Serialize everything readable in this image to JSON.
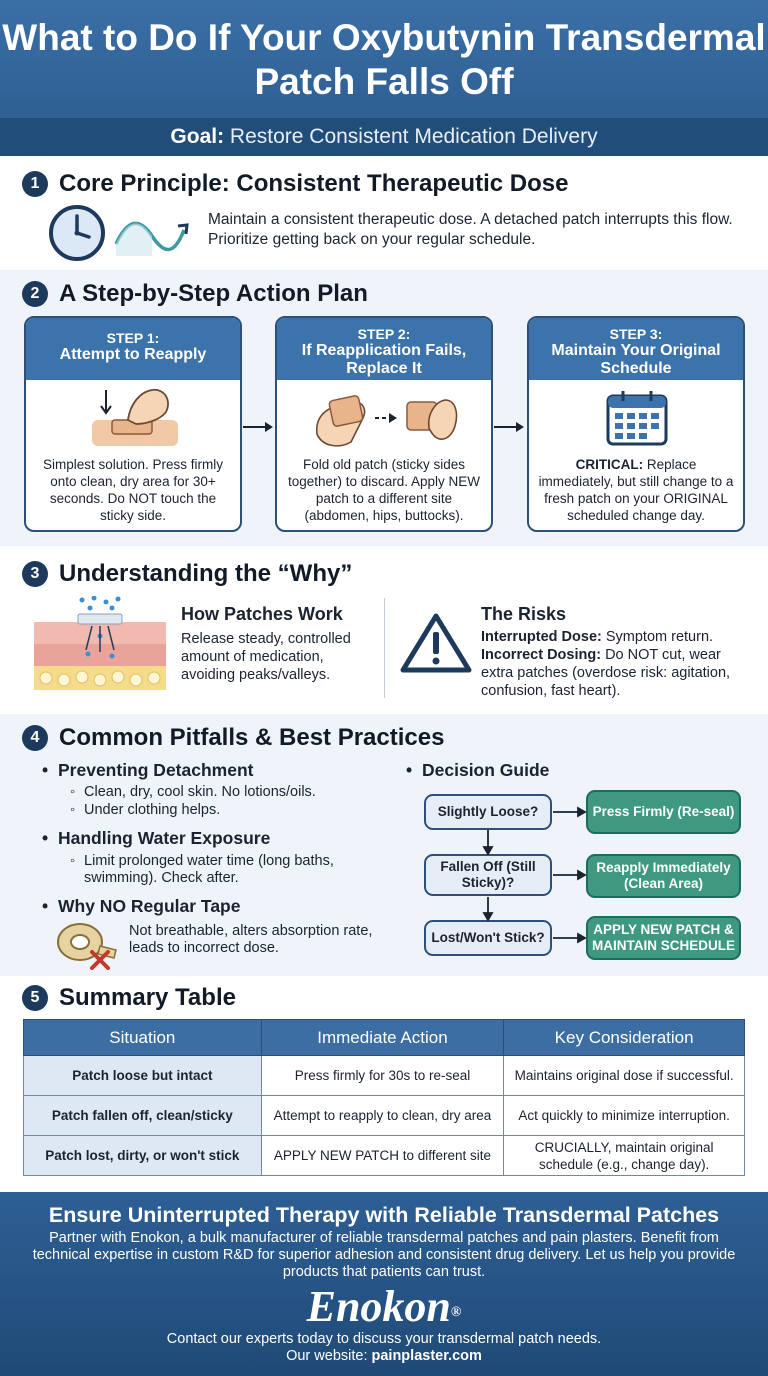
{
  "header": {
    "title": "What to Do If Your Oxybutynin Transdermal Patch Falls Off",
    "goal_label": "Goal:",
    "goal_text": " Restore Consistent Medication Delivery"
  },
  "sections": {
    "core": {
      "number": "1",
      "title": "Core Principle: Consistent Therapeutic Dose",
      "text": "Maintain a consistent therapeutic dose. A detached patch interrupts this flow. Prioritize getting back on your regular schedule."
    },
    "plan": {
      "number": "2",
      "title": "A Step-by-Step Action Plan",
      "steps": [
        {
          "label": "STEP 1:",
          "title": "Attempt to Reapply",
          "text": "Simplest solution. Press firmly onto clean, dry area for 30+ seconds. Do NOT touch the sticky side."
        },
        {
          "label": "STEP 2:",
          "title": "If Reapplication Fails, Replace It",
          "text": "Fold old patch (sticky sides together) to discard. Apply NEW patch to a different site (abdomen, hips, buttocks)."
        },
        {
          "label": "STEP 3:",
          "title": "Maintain Your Original Schedule",
          "bold": "CRITICAL:",
          "text": " Replace immediately, but still change to a fresh patch on your ORIGINAL scheduled change day."
        }
      ]
    },
    "why": {
      "number": "3",
      "title": "Understanding the “Why”",
      "left_title": "How Patches Work",
      "left_text": "Release steady, controlled amount of medication, avoiding peaks/valleys.",
      "right_title": "The Risks",
      "risk1_label": "Interrupted Dose:",
      "risk1_text": " Symptom return.",
      "risk2_label": "Incorrect Dosing:",
      "risk2_text": " Do NOT cut, wear extra patches (overdose risk: agitation, confusion, fast heart)."
    },
    "pitfalls": {
      "number": "4",
      "title": "Common Pitfalls & Best Practices",
      "b1": "Preventing Detachment",
      "b1_s1": "Clean, dry, cool skin. No lotions/oils.",
      "b1_s2": "Under clothing helps.",
      "b2": "Handling Water Exposure",
      "b2_s1": "Limit prolonged water time (long baths, swimming). Check after.",
      "b3": "Why NO Regular Tape",
      "b3_s1": "Not breathable, alters absorption rate, leads to incorrect dose.",
      "guide_title": "Decision Guide",
      "q1": "Slightly Loose?",
      "q2": "Fallen Off (Still Sticky)?",
      "q3": "Lost/Won't Stick?",
      "a1": "Press Firmly (Re-seal)",
      "a2": "Reapply Immediately (Clean Area)",
      "a3": "APPLY NEW PATCH & MAINTAIN SCHEDULE"
    },
    "summary": {
      "number": "5",
      "title": "Summary Table",
      "headers": [
        "Situation",
        "Immediate Action",
        "Key Consideration"
      ],
      "rows": [
        [
          "Patch loose but intact",
          "Press firmly for 30s to re-seal",
          "Maintains original dose if successful."
        ],
        [
          "Patch fallen off, clean/sticky",
          "Attempt to reapply to clean, dry area",
          "Act quickly to minimize interruption."
        ],
        [
          "Patch lost, dirty, or won't stick",
          "APPLY NEW PATCH to different site",
          "CRUCIALLY, maintain original schedule (e.g., change day)."
        ]
      ]
    }
  },
  "footer": {
    "heading": "Ensure Uninterrupted Therapy with Reliable Transdermal Patches",
    "text": "Partner with Enokon, a bulk manufacturer of reliable transdermal patches and pain plasters. Benefit from technical expertise in custom R&D for superior adhesion and consistent drug delivery. Let us help you provide products that patients can trust.",
    "logo": "Enokon",
    "logo_mark": "®",
    "contact": "Contact our experts today to discuss your transdermal patch needs.",
    "website_label": "Our website: ",
    "website": "painplaster.com"
  },
  "colors": {
    "header_blue": "#3a6fa6",
    "goal_bar": "#214d7a",
    "step_head": "#3c73aa",
    "decision_green": "#3f9880",
    "warning_red": "#c0392b"
  },
  "icons": [
    "clock-icon",
    "wave-icon",
    "hand-press-icon",
    "fold-patch-icon",
    "calendar-icon",
    "skin-layers-icon",
    "warning-icon",
    "tape-roll-icon"
  ]
}
